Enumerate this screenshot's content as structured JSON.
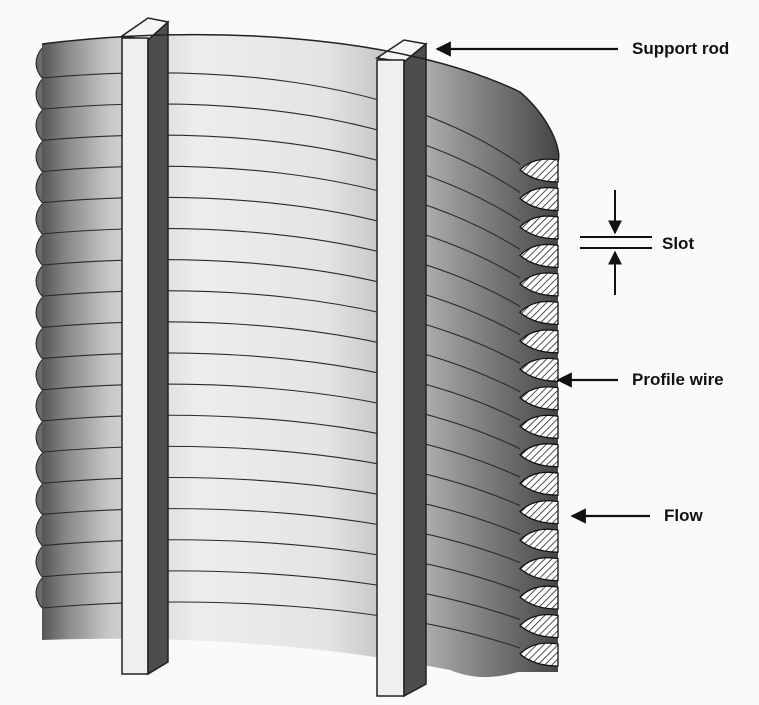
{
  "labels": {
    "support_rod": "Support rod",
    "slot": "Slot",
    "profile_wire": "Profile wire",
    "flow": "Flow"
  },
  "colors": {
    "ink": "#111111",
    "rod_face": "#efefef",
    "rod_side": "#4d4d4d",
    "background": "#fafafa"
  }
}
